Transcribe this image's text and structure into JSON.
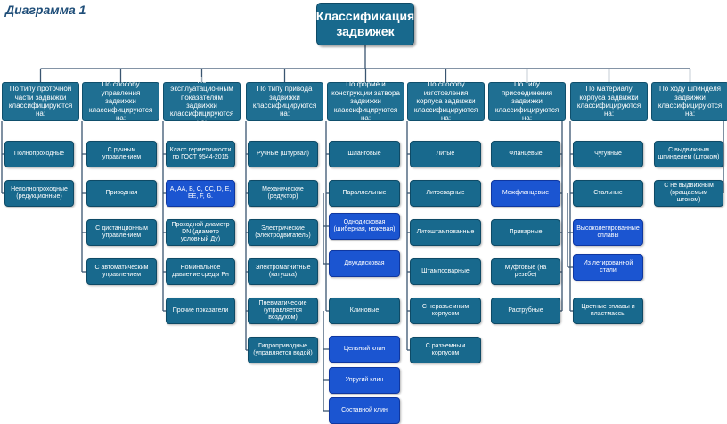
{
  "caption": "Диаграмма 1",
  "root": "Классификация задвижек",
  "columns": [
    {
      "header": "По типу проточной части задвижки классифицируются на:",
      "items": [
        {
          "label": "Полнопроходные",
          "style": "leaf"
        },
        {
          "label": "Неполнопроходные (редукционные)",
          "style": "leaf"
        }
      ]
    },
    {
      "header": "По способу управления задвижки классифицируются на:",
      "items": [
        {
          "label": "С ручным управлением",
          "style": "leaf"
        },
        {
          "label": "Приводная",
          "style": "leaf"
        },
        {
          "label": "С дистанционным управлением",
          "style": "leaf"
        },
        {
          "label": "С автоматическим управлением",
          "style": "leaf"
        }
      ]
    },
    {
      "header": "По эксплуатационным показателям задвижки классифицируются на:",
      "items": [
        {
          "label": "Класс герметичности по ГОСТ 9544-2015",
          "style": "leaf"
        },
        {
          "label": "A, AA, B, C, CC, D, E, EE, F, G.",
          "style": "blue"
        },
        {
          "label": "Проходной диаметр DN (диаметр условный Ду)",
          "style": "leaf"
        },
        {
          "label": "Номинальное давление среды Рн",
          "style": "leaf"
        },
        {
          "label": "Прочие показатели",
          "style": "leaf"
        }
      ]
    },
    {
      "header": "По типу привода задвижки классифицируются на:",
      "items": [
        {
          "label": "Ручные (штурвал)",
          "style": "leaf"
        },
        {
          "label": "Механические (редуктор)",
          "style": "leaf"
        },
        {
          "label": "Электрические (электродвигатель)",
          "style": "leaf"
        },
        {
          "label": "Электромагнитные (катушка)",
          "style": "leaf"
        },
        {
          "label": "Пневматические (управляется воздухом)",
          "style": "leaf"
        },
        {
          "label": "Гидроприводные (управляется водой)",
          "style": "leaf"
        }
      ]
    },
    {
      "header": "По форме и конструкции затвора задвижки классифицируются на:",
      "items": [
        {
          "label": "Шланговые",
          "style": "leaf"
        },
        {
          "label": "Параллельные",
          "style": "leaf"
        },
        {
          "label": "Однодисковая (шиберная, ножевая)",
          "style": "blue"
        },
        {
          "label": "Двухдисковая",
          "style": "blue"
        },
        {
          "label": "Клиновые",
          "style": "leaf"
        },
        {
          "label": "Цельный клин",
          "style": "blue"
        },
        {
          "label": "Упругий клин",
          "style": "blue"
        },
        {
          "label": "Составной клин",
          "style": "blue"
        }
      ]
    },
    {
      "header": "По способу изготовления корпуса задвижки классифицируются на:",
      "items": [
        {
          "label": "Литые",
          "style": "leaf"
        },
        {
          "label": "Литосварные",
          "style": "leaf"
        },
        {
          "label": "Литоштампованные",
          "style": "leaf"
        },
        {
          "label": "Штампосварные",
          "style": "leaf"
        },
        {
          "label": "С неразъемным корпусом",
          "style": "leaf"
        },
        {
          "label": "С разъемным корпусом",
          "style": "leaf"
        }
      ]
    },
    {
      "header": "По типу присоединения задвижки классифицируются на:",
      "items": [
        {
          "label": "Фланцевые",
          "style": "leaf"
        },
        {
          "label": "Межфланцевые",
          "style": "blue"
        },
        {
          "label": "Приварные",
          "style": "leaf"
        },
        {
          "label": "Муфтовые (на резьбе)",
          "style": "leaf"
        },
        {
          "label": "Раструбные",
          "style": "leaf"
        }
      ]
    },
    {
      "header": "По материалу корпуса задвижки классифицируются на:",
      "items": [
        {
          "label": "Чугунные",
          "style": "leaf"
        },
        {
          "label": "Стальные",
          "style": "leaf"
        },
        {
          "label": "Высоколегированные сплавы",
          "style": "blue"
        },
        {
          "label": "Из легированной стали",
          "style": "blue"
        },
        {
          "label": "Цветные сплавы и пластмассы",
          "style": "leaf"
        }
      ]
    },
    {
      "header": "По ходу шпинделя задвижки классифицируются на:",
      "items": [
        {
          "label": "С выдвижным шпинделем (штоком)",
          "style": "leaf"
        },
        {
          "label": "С не выдвижным (вращаемым штоком)",
          "style": "leaf"
        }
      ]
    }
  ]
}
